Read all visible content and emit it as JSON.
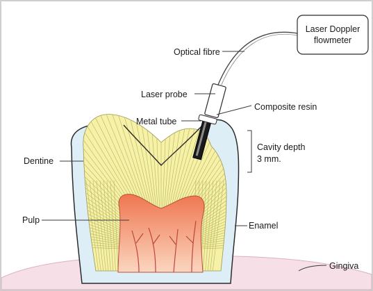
{
  "labels": {
    "device_line1": "Laser Doppler",
    "device_line2": "flowmeter",
    "optical_fibre": "Optical fibre",
    "laser_probe": "Laser probe",
    "composite_resin": "Composite resin",
    "metal_tube": "Metal tube",
    "cavity_depth_line1": "Cavity depth",
    "cavity_depth_line2": "3 mm.",
    "dentine": "Dentine",
    "pulp": "Pulp",
    "enamel": "Enamel",
    "gingiva": "Gingiva"
  },
  "colors": {
    "enamel": "#ddeef6",
    "dentine": "#f6f1a6",
    "dentine_lines": "#bdbb6a",
    "pulp_top": "#ef7650",
    "pulp_bottom": "#fbd6bf",
    "pulp_vessels": "#c0443a",
    "gingiva": "#f6dfe6",
    "outline": "#2b2b2b"
  }
}
